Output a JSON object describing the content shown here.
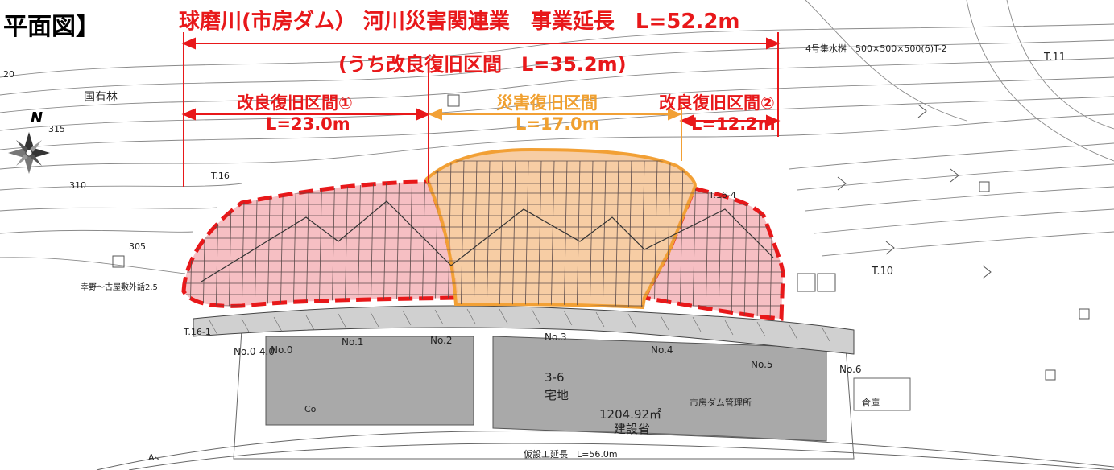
{
  "title": "平面図】",
  "extent_total": "球磨川(市房ダム） 河川災害関連業　事業延長　L=52.2m",
  "extent_improvement": "(うち改良復旧区間　L=35.2m)",
  "sections": [
    {
      "name": "改良復旧区間①",
      "length": "L=23.0m"
    },
    {
      "name": "災害復旧区間",
      "length": "L=17.0m"
    },
    {
      "name": "改良復旧区間②",
      "length": "L=12.2m"
    }
  ],
  "compass_label": "N",
  "map_labels": {
    "national_forest": "国有林",
    "lot_no": "3-6",
    "land_use": "宅地",
    "area": "1204.92㎡",
    "owner": "建設省",
    "dam_office": "市房ダム管理所",
    "warehouse": "倉庫",
    "contour_310": "310",
    "contour_305": "305",
    "contour_315": "315",
    "t10": "T.10",
    "t11": "T.11",
    "t16": "T.16",
    "t161": "T.16-1",
    "t164": "T.16-4",
    "station_0": "No.0",
    "station_1": "No.1",
    "station_2": "No.2",
    "station_3": "No.3",
    "station_4": "No.4",
    "station_5": "No.5",
    "station_6": "No.6",
    "station_04": "No.0-4.0",
    "collect_sink": "4号集水桝　500×500×500(6)T-2",
    "drain_note": "仮設工延長　L=56.0m",
    "road_note": "幸野～古屋敷外話2.5",
    "grid_20": "20",
    "co": "Co",
    "as": "As"
  },
  "colors": {
    "red_line": "#e8181a",
    "orange_line": "#f2a035",
    "red_fill": "#f4b4b8",
    "orange_fill": "#f6c89a",
    "building_gray": "#a9a9a9"
  }
}
